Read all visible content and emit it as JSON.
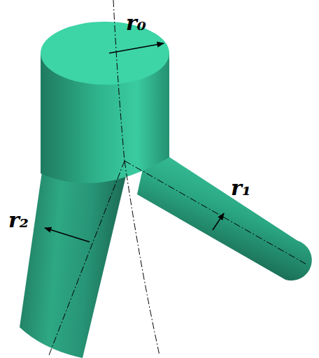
{
  "diagram": {
    "labels": [
      "r₀",
      "r₁",
      "r₂"
    ]
  }
}
